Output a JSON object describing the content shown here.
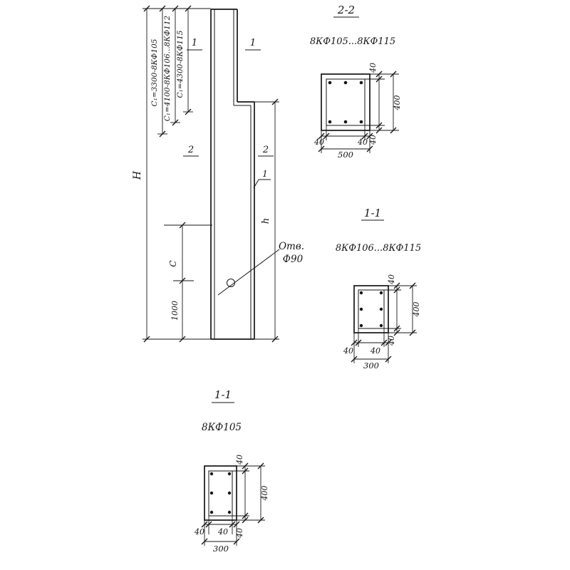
{
  "colors": {
    "ink": "#161616",
    "paper": "#ffffff"
  },
  "elevation": {
    "overall_height_label": "H",
    "stacked_dims": [
      "C₁=3300-8КФ105",
      "C₁=4100-8КФ106...8КФ112",
      "C₁=4300-8КФ115"
    ],
    "cut_mark_1_left": "1",
    "cut_mark_1_right": "1",
    "cut_mark_2_left": "2",
    "cut_mark_2_right": "2",
    "member_mark": "1",
    "hole_note_line1": "Отв.",
    "hole_note_line2": "Ф90",
    "dim_c_label": "C",
    "dim_1000": "1000",
    "dim_h_label": "h"
  },
  "section_2_2": {
    "title": "2-2",
    "subtitle": "8КФ105...8КФ115",
    "cover_top": "40",
    "height": "400",
    "cover_bottom": "40",
    "cover_left": "40",
    "cover_right": "40",
    "width": "500"
  },
  "section_1_1_upper": {
    "title": "1-1",
    "subtitle": "8КФ106...8КФ115",
    "cover_top": "40",
    "height": "400",
    "cover_bottom": "40",
    "cover_left": "40",
    "cover_right": "40",
    "width": "300"
  },
  "section_1_1_lower": {
    "title": "1-1",
    "subtitle": "8КФ105",
    "cover_top": "40",
    "height": "400",
    "cover_bottom": "40",
    "cover_left": "40",
    "cover_right": "40",
    "width": "300"
  }
}
